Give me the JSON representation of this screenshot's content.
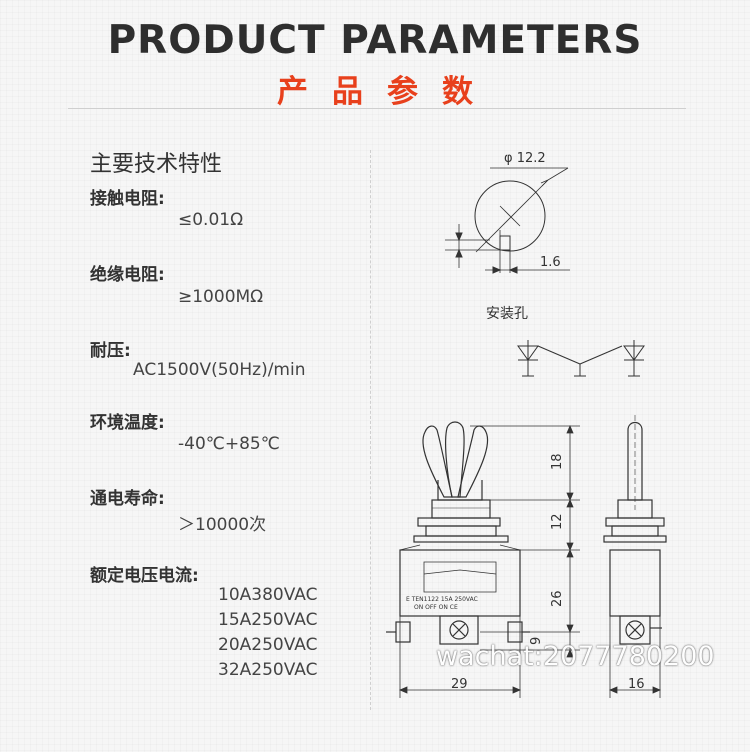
{
  "header": {
    "title_en": "PRODUCT PARAMETERS",
    "title_cn": "产品参数"
  },
  "specs": {
    "heading": "主要技术特性",
    "items": [
      {
        "label": "接触电阻:",
        "values": [
          "≤0.01Ω"
        ]
      },
      {
        "label": "绝缘电阻:",
        "values": [
          "≥1000MΩ"
        ]
      },
      {
        "label": "耐压:",
        "values": [
          "AC1500V(50Hz)/min"
        ]
      },
      {
        "label": "环境温度:",
        "values": [
          "-40℃+85℃"
        ]
      },
      {
        "label": "通电寿命:",
        "values": [
          "＞10000次"
        ]
      },
      {
        "label": "额定电压电流:",
        "values": [
          "10A380VAC",
          "15A250VAC",
          "20A250VAC",
          "32A250VAC"
        ]
      }
    ]
  },
  "diagram": {
    "hole_diameter": "φ 12.2",
    "key_width": "1.6",
    "mount_hole_label": "安装孔",
    "dim_18": "18",
    "dim_12": "12",
    "dim_26": "26",
    "dim_9": "9",
    "dim_29": "29",
    "dim_16": "16",
    "body_label_line1": "E TEN1122 15A 250VAC",
    "body_label_line2": "ON OFF ON CE"
  },
  "watermark": "wachat:2077780200"
}
